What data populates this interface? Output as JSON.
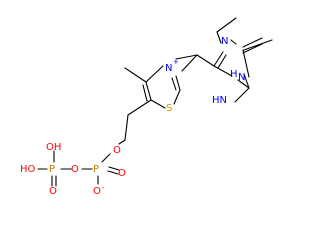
{
  "labels": {
    "N_pyr_top": "N",
    "NH_ring": "H",
    "NH_ring_N": "N",
    "NH_imine": "HN",
    "N_thiazolium": "N",
    "N_plus": "+",
    "S": "S",
    "O_ester": "O",
    "P1": "P",
    "O_P1_dbl": "O",
    "O_P1_minus": "O",
    "O_minus": "-",
    "O_bridge": "O",
    "P2": "P",
    "OH_top": "OH",
    "HO_left": "HO",
    "O_P2_dbl": "O"
  },
  "colors": {
    "bond": "#000000",
    "sulfur": "#c8a000",
    "nitrogen": "#0000ff",
    "oxygen": "#ff0000",
    "phosphorus": "#d27800"
  }
}
